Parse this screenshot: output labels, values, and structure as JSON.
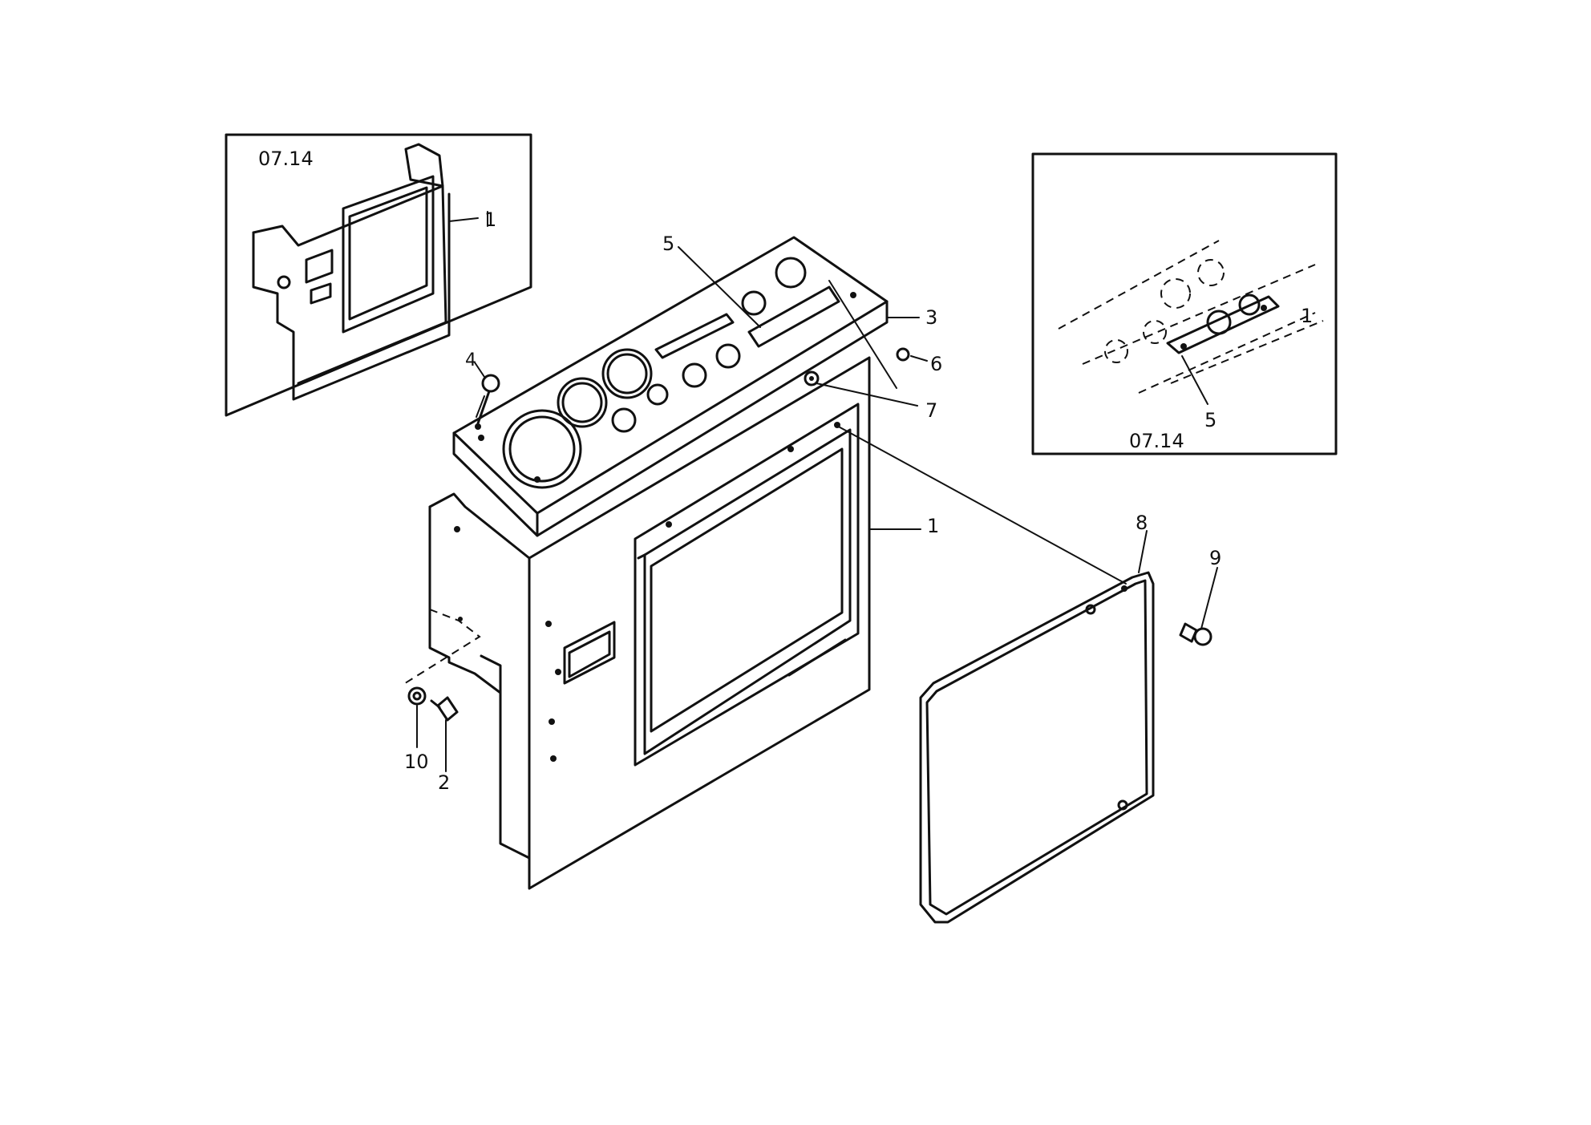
{
  "diagram": {
    "inset_left": {
      "ref": "07.14",
      "callouts": [
        "1"
      ]
    },
    "inset_right": {
      "ref": "07.14",
      "callouts": [
        "1",
        "5"
      ]
    },
    "main_callouts": {
      "p1": "1",
      "p2": "2",
      "p3": "3",
      "p4": "4",
      "p5": "5",
      "p6": "6",
      "p7": "7",
      "p8": "8",
      "p9": "9",
      "p10": "10"
    }
  }
}
